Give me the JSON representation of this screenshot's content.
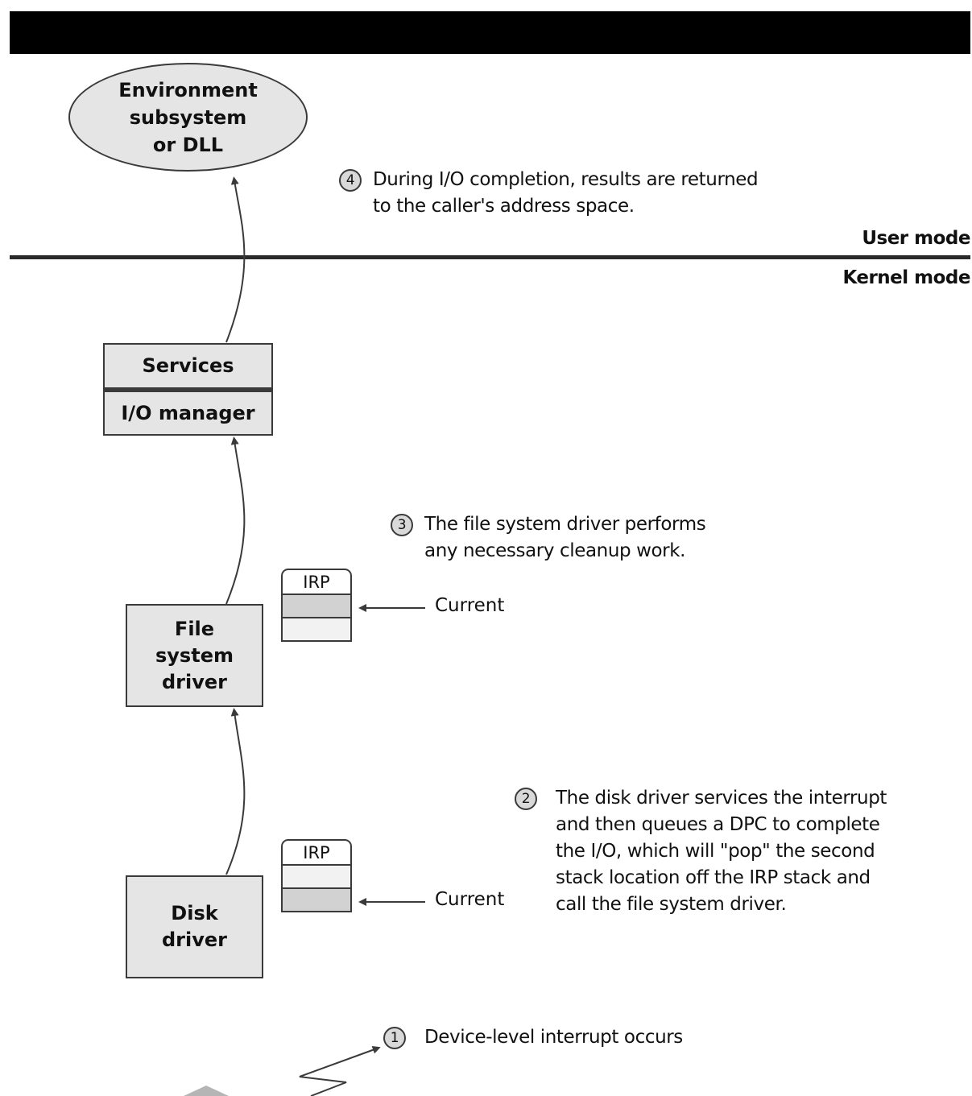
{
  "mode_labels": {
    "user": "User mode",
    "kernel": "Kernel mode"
  },
  "nodes": {
    "environment_subsystem": "Environment\nsubsystem\nor DLL",
    "services": "Services",
    "io_manager": "I/O manager",
    "file_system_driver": "File\nsystem\ndriver",
    "disk_driver": "Disk\ndriver"
  },
  "irp_stacks": {
    "file_system": {
      "tab_label": "IRP",
      "current_label": "Current"
    },
    "disk": {
      "tab_label": "IRP",
      "current_label": "Current"
    }
  },
  "steps": {
    "step4": {
      "number": "4",
      "lines": [
        "During I/O completion, results are returned",
        "to the caller's address space."
      ]
    },
    "step3": {
      "number": "3",
      "lines": [
        "The file system driver performs",
        "any necessary cleanup work."
      ]
    },
    "step2": {
      "number": "2",
      "lines": [
        "The disk driver services the interrupt",
        "and then queues a DPC to complete",
        "the I/O, which will \"pop\" the second",
        "stack location off the IRP stack and",
        "call the file system driver."
      ]
    },
    "step1": {
      "number": "1",
      "lines": [
        "Device-level interrupt occurs"
      ]
    }
  },
  "colors": {
    "node_fill": "#e5e5e5",
    "current_cell_fill": "#d2d2d2",
    "stroke": "#3a3a3a",
    "top_bar": "#000000"
  }
}
